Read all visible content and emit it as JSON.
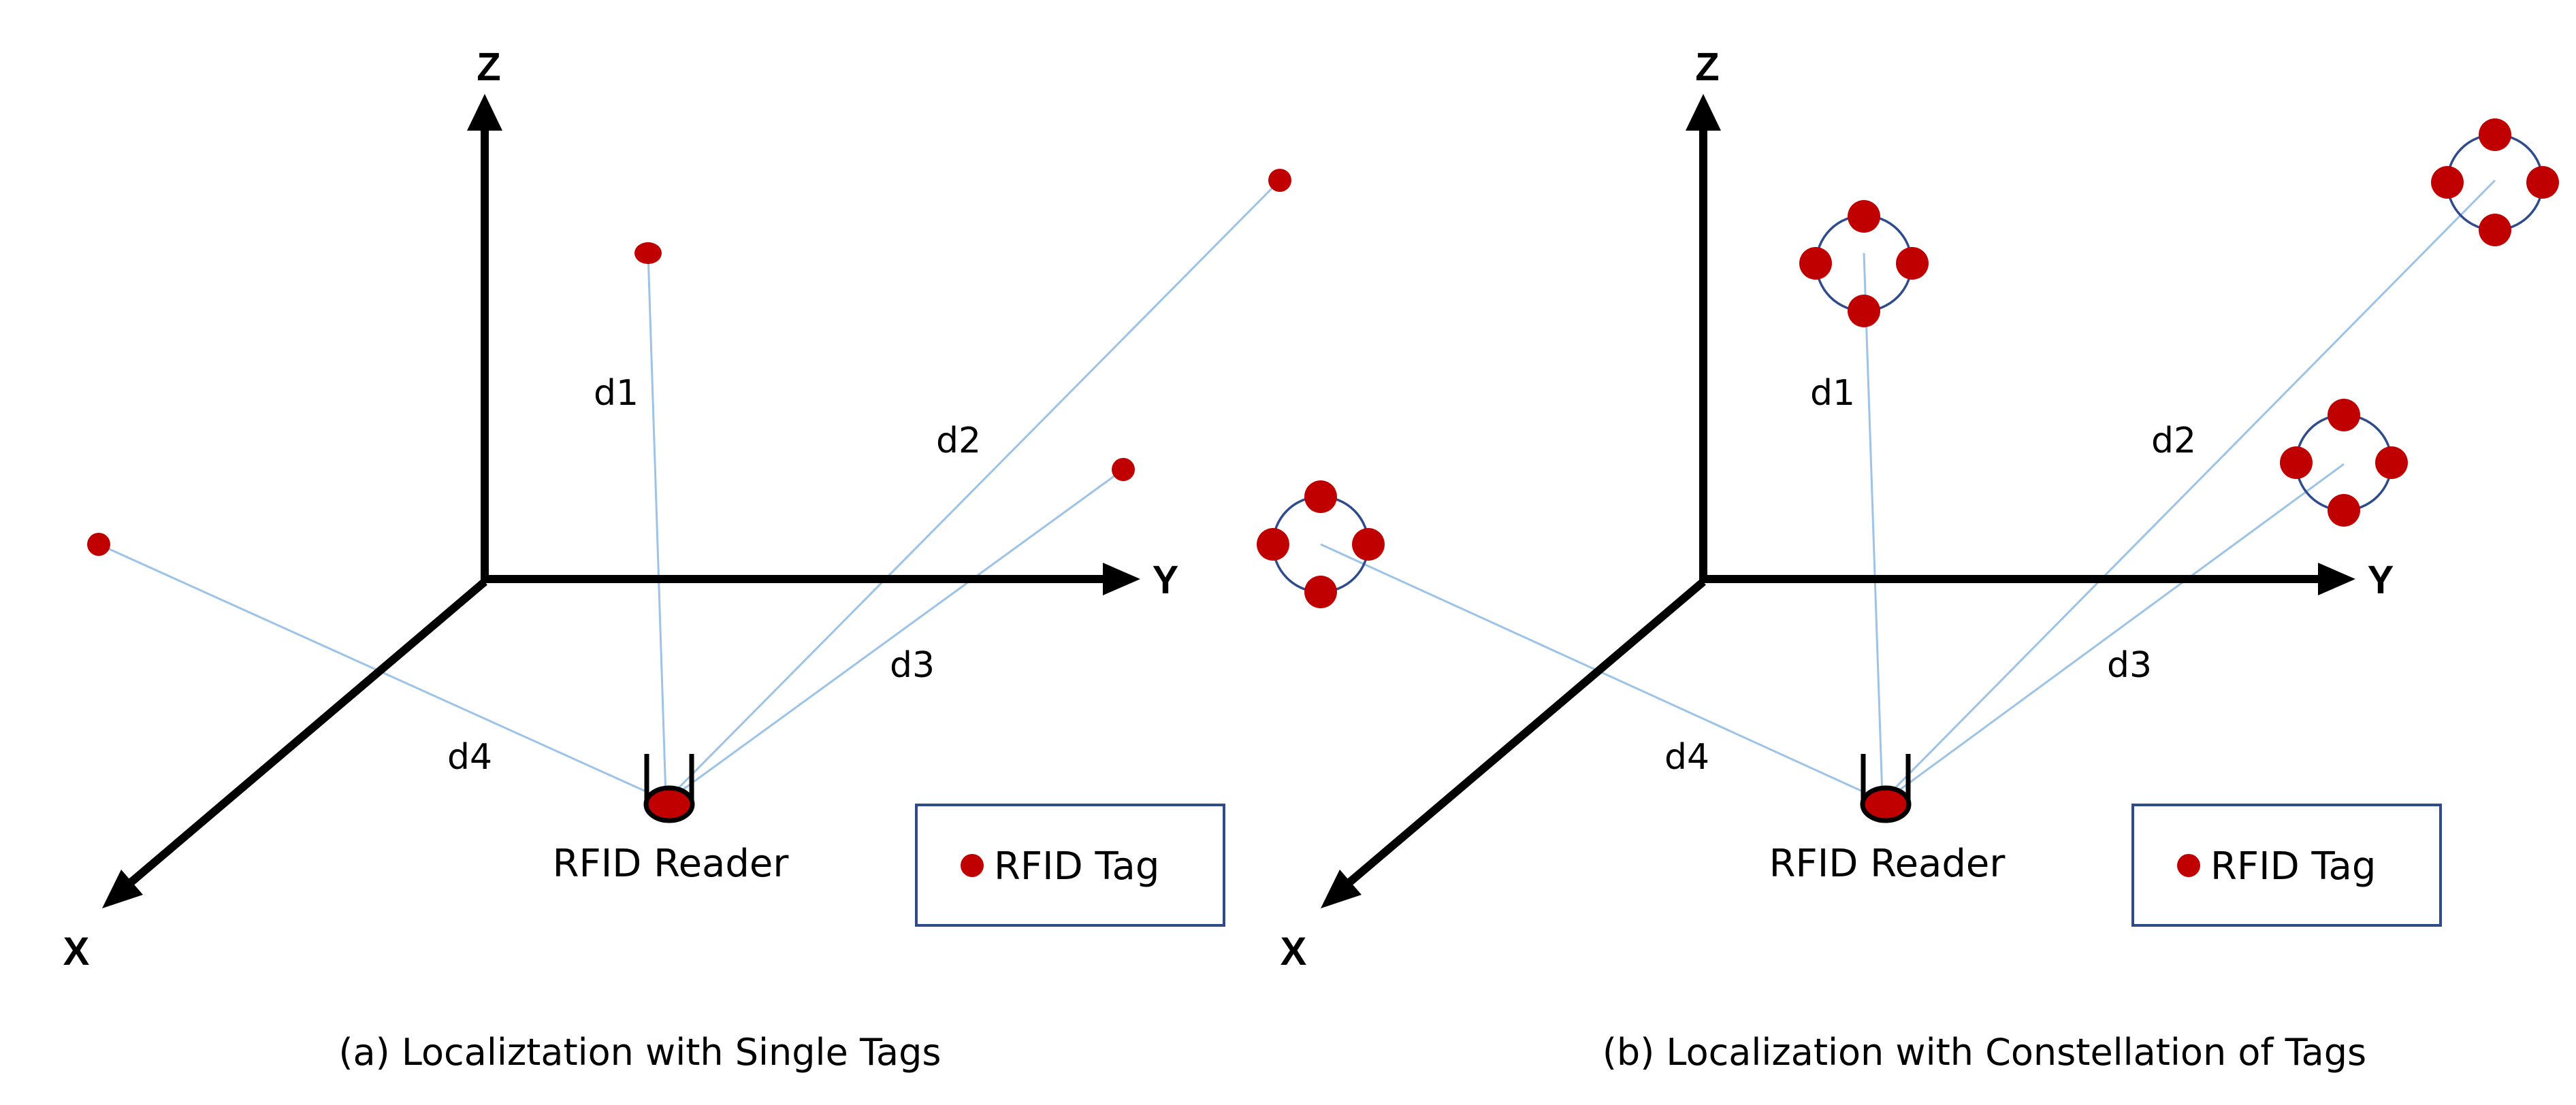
{
  "panels": [
    {
      "axes": {
        "x_label": "X",
        "y_label": "Y",
        "z_label": "Z"
      },
      "distances": [
        "d1",
        "d2",
        "d3",
        "d4"
      ],
      "reader_label": "RFID Reader",
      "legend_label": "RFID Tag",
      "caption": "(a) Localiztation with Single Tags"
    },
    {
      "axes": {
        "x_label": "X",
        "y_label": "Y",
        "z_label": "Z"
      },
      "distances": [
        "d1",
        "d2",
        "d3",
        "d4"
      ],
      "reader_label": "RFID Reader",
      "legend_label": "RFID Tag",
      "caption": "(b) Localization with Constellation of Tags"
    }
  ],
  "colors": {
    "tag": "#c00000",
    "range_line": "#9dc3e6",
    "ring": "#2f4b8c",
    "legend_border": "#2f4b8c",
    "axis": "#000000"
  }
}
